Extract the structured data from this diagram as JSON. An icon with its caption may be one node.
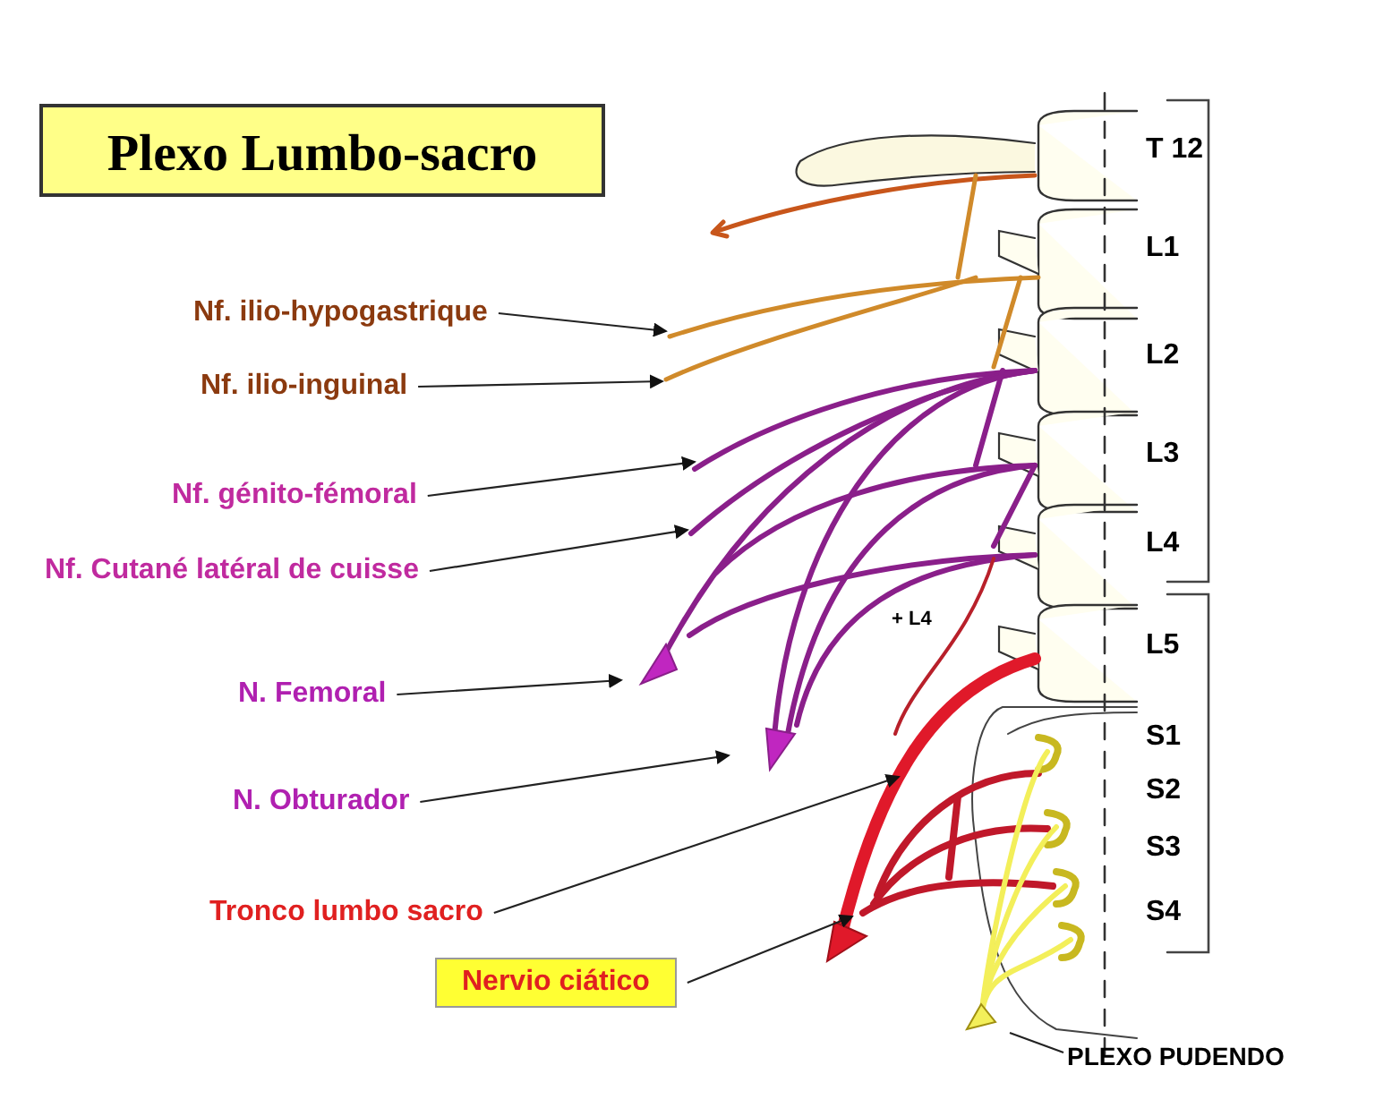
{
  "diagram": {
    "title": "Plexo Lumbo-sacro",
    "nodes": [
      {
        "text": [
          "Nf. ilio-hypogastrique"
        ]
      },
      {
        "text": [
          "Nf. ilio-inguinal"
        ]
      },
      {
        "text": [
          "Nf. génito-fémoral"
        ]
      },
      {
        "text": [
          "Nf. Cutané latéral de cuisse"
        ]
      },
      {
        "text": [
          "N. Femoral"
        ]
      },
      {
        "text": [
          "N. Obturador"
        ]
      },
      {
        "text": [
          "Tronco lumbo sacro"
        ]
      },
      {
        "text": [
          "Nervio ciático"
        ]
      },
      {
        "text": [
          "PLEXO PUDENDO"
        ]
      }
    ],
    "edges": [
      {
        "from": 0,
        "to": null,
        "arrow": "to"
      },
      {
        "from": 1,
        "to": null,
        "arrow": "to"
      },
      {
        "from": 2,
        "to": null,
        "arrow": "to"
      },
      {
        "from": 3,
        "to": null,
        "arrow": "to"
      },
      {
        "from": 4,
        "to": null,
        "arrow": "to"
      },
      {
        "from": 5,
        "to": null,
        "arrow": "to"
      },
      {
        "from": 6,
        "to": null,
        "arrow": "to"
      },
      {
        "from": 7,
        "to": null,
        "arrow": "to"
      },
      {
        "from": 8,
        "to": null,
        "arrow": "none"
      }
    ],
    "labels": [
      "T 12",
      "L1",
      "L2",
      "L3",
      "L4",
      "+ L4",
      "L5",
      "S1",
      "S2",
      "S3",
      "S4"
    ]
  }
}
